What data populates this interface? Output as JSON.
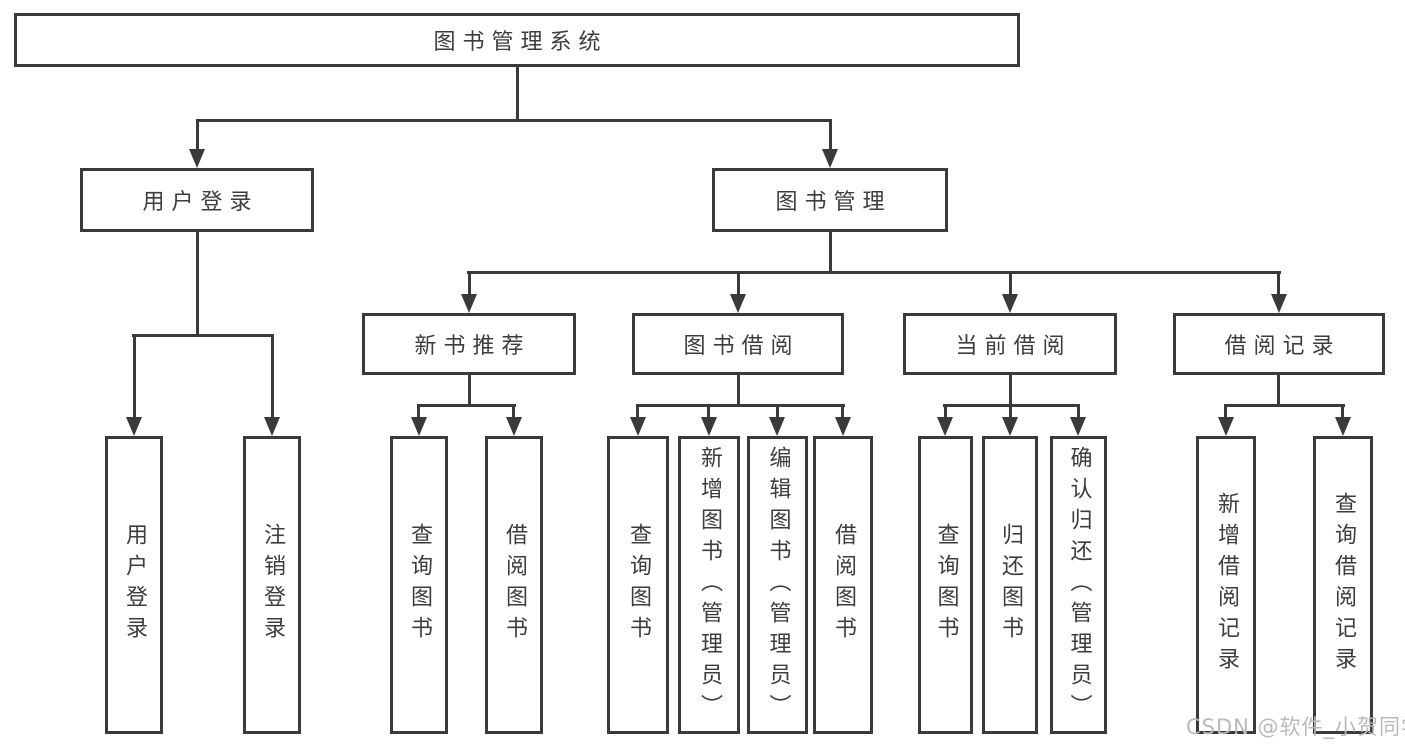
{
  "tree": {
    "label": "图书管理系统",
    "children": [
      {
        "label": "用户登录",
        "children": [
          {
            "label": "用户登录"
          },
          {
            "label": "注销登录"
          }
        ]
      },
      {
        "label": "图书管理",
        "children": [
          {
            "label": "新书推荐",
            "children": [
              {
                "label": "查询图书"
              },
              {
                "label": "借阅图书"
              }
            ]
          },
          {
            "label": "图书借阅",
            "children": [
              {
                "label": "查询图书"
              },
              {
                "label": "新增图书（管理员）"
              },
              {
                "label": "编辑图书（管理员）"
              },
              {
                "label": "借阅图书"
              }
            ]
          },
          {
            "label": "当前借阅",
            "children": [
              {
                "label": "查询图书"
              },
              {
                "label": "归还图书"
              },
              {
                "label": "确认归还（管理员）"
              }
            ]
          },
          {
            "label": "借阅记录",
            "children": [
              {
                "label": "新增借阅记录"
              },
              {
                "label": "查询借阅记录"
              }
            ]
          }
        ]
      }
    ]
  },
  "watermark": {
    "text": "CSDN @软件_小贺同学"
  },
  "colors": {
    "line": "#3a3a3a",
    "text": "#3d3d3d",
    "watermark": "#b9b9b9",
    "background": "#ffffff"
  }
}
